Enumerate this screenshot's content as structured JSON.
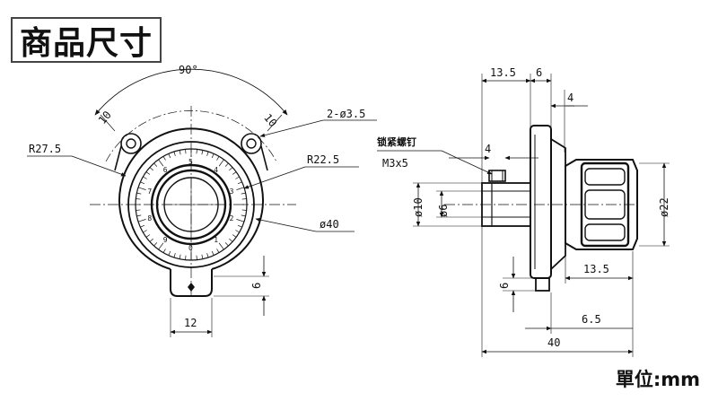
{
  "title": "商品尺寸",
  "unit": "單位:mm",
  "front_view": {
    "angle": "90°",
    "hole_left": "10",
    "hole_right": "10",
    "holes": "2-ø3.5",
    "r_outer": "R27.5",
    "r_inner": "R22.5",
    "diameter": "ø40",
    "tab_height": "6",
    "tab_width": "12",
    "dial_numbers": [
      "0",
      "1",
      "2",
      "3",
      "4",
      "5",
      "6",
      "7",
      "8",
      "9"
    ]
  },
  "side_view": {
    "w_13_5": "13.5",
    "w_6": "6",
    "w_4_top": "4",
    "screw_label": "锁紧螺钉",
    "screw_size": "M3x5",
    "w_4_screw": "4",
    "d_10": "ø10",
    "d_6": "ø6",
    "d_22": "ø22",
    "knob_13_5": "13.5",
    "tab_6": "6",
    "w_6_5": "6.5",
    "total_40": "40"
  }
}
